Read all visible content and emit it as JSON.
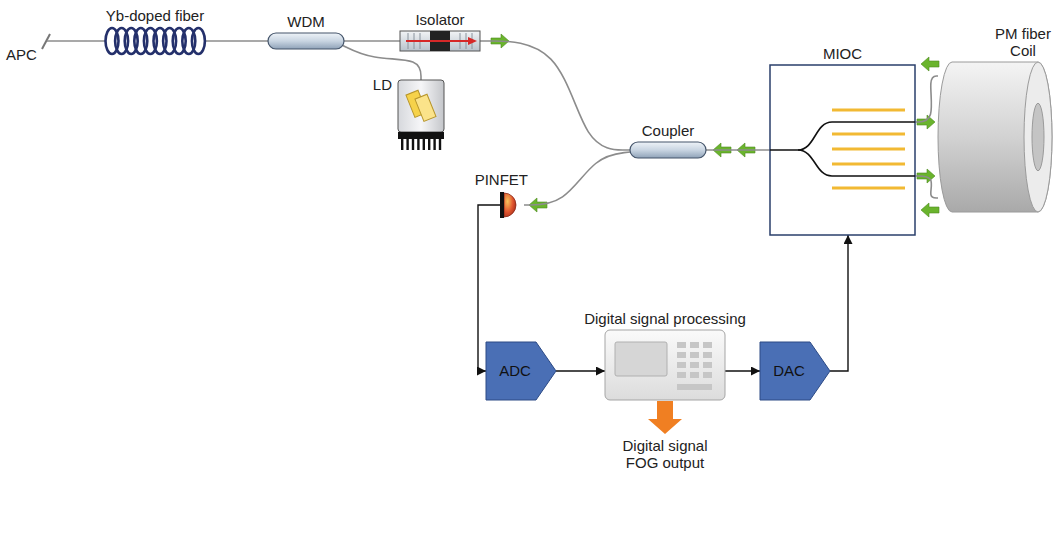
{
  "diagram": {
    "nodes": [
      {
        "text": [
          "Yb-doped fiber"
        ]
      },
      {
        "text": [
          "WDM"
        ]
      },
      {
        "text": [
          "LD"
        ]
      },
      {
        "text": [
          "Isolator"
        ]
      },
      {
        "text": [
          "Coupler"
        ]
      },
      {
        "text": [
          "PINFET"
        ]
      },
      {
        "text": [
          "MIOC"
        ]
      },
      {
        "text": [
          "PM fiber Coil"
        ]
      },
      {
        "text": [
          "Digital signal processing"
        ]
      },
      {
        "text": [
          "ADC"
        ]
      },
      {
        "text": [
          "DAC"
        ]
      }
    ],
    "edges": [
      {
        "from": 0,
        "to": 1,
        "arrow": "none"
      },
      {
        "from": 1,
        "to": 2,
        "arrow": "none"
      },
      {
        "from": 1,
        "to": 3,
        "arrow": "none"
      },
      {
        "from": 3,
        "to": 4,
        "arrow": "none"
      },
      {
        "from": 4,
        "to": 5,
        "arrow": "none"
      },
      {
        "from": 4,
        "to": 6,
        "arrow": "none"
      },
      {
        "from": 6,
        "to": 7,
        "arrow": "none"
      },
      {
        "from": 6,
        "to": 7,
        "arrow": "none"
      },
      {
        "from": 5,
        "to": 9,
        "arrow": "to"
      },
      {
        "from": 9,
        "to": 8,
        "arrow": "to"
      },
      {
        "from": 8,
        "to": 10,
        "arrow": "to"
      },
      {
        "from": 10,
        "to": 6,
        "arrow": "to"
      }
    ],
    "labels": [
      "APC",
      "Digital signal FOG output"
    ]
  }
}
